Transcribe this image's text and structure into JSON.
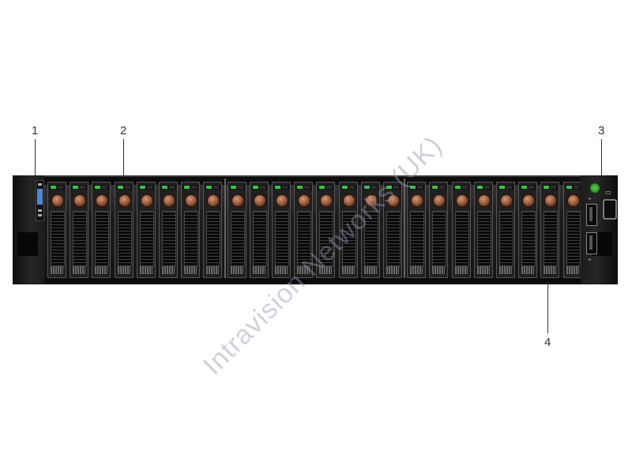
{
  "callouts": {
    "c1": "1",
    "c2": "2",
    "c3": "3",
    "c4": "4"
  },
  "drive_bays": {
    "count": 24,
    "status_led_color": "#3bc24a",
    "latch_color": "#b3704f"
  },
  "front_panel": {
    "power_button_color": "#56d04a",
    "usb_port_icon": "usb-icon",
    "vga_port_icon": "vga-icon",
    "port_symbol": "⌁"
  },
  "watermark": "Intravision Networks (UK)",
  "colors": {
    "chassis": "#1b1b1b",
    "info_tag_blue": "#4a8bd6"
  }
}
